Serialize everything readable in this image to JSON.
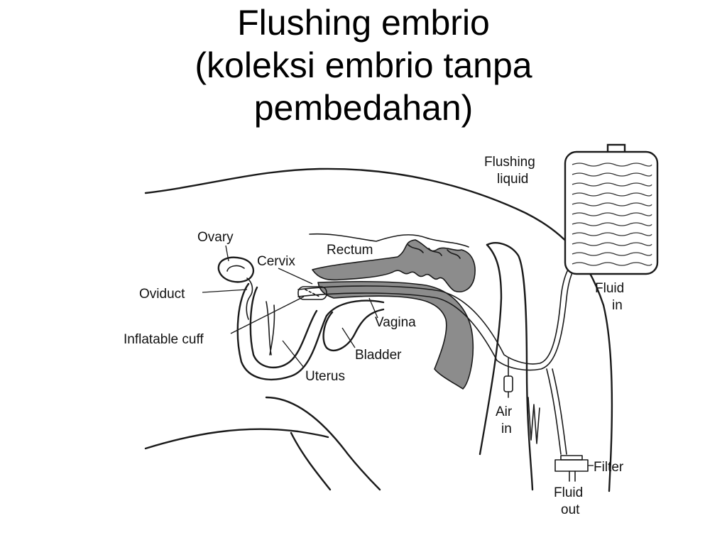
{
  "slide": {
    "title_lines": [
      "Flushing embrio",
      "(koleksi embrio tanpa",
      "pembedahan)"
    ]
  },
  "diagram": {
    "labels": {
      "flushing_liquid": [
        "Flushing",
        "liquid"
      ],
      "ovary": "Ovary",
      "cervix": "Cervix",
      "rectum": "Rectum",
      "oviduct": "Oviduct",
      "fluid_in": [
        "Fluid",
        "in"
      ],
      "vagina": "Vagina",
      "inflatable_cuff": "Inflatable cuff",
      "bladder": "Bladder",
      "uterus": "Uterus",
      "air_in": [
        "Air",
        "in"
      ],
      "filter": "Filter",
      "fluid_out": [
        "Fluid",
        "out"
      ]
    },
    "colors": {
      "ink": "#1a1a1a",
      "shade": "#8c8c8c"
    }
  }
}
